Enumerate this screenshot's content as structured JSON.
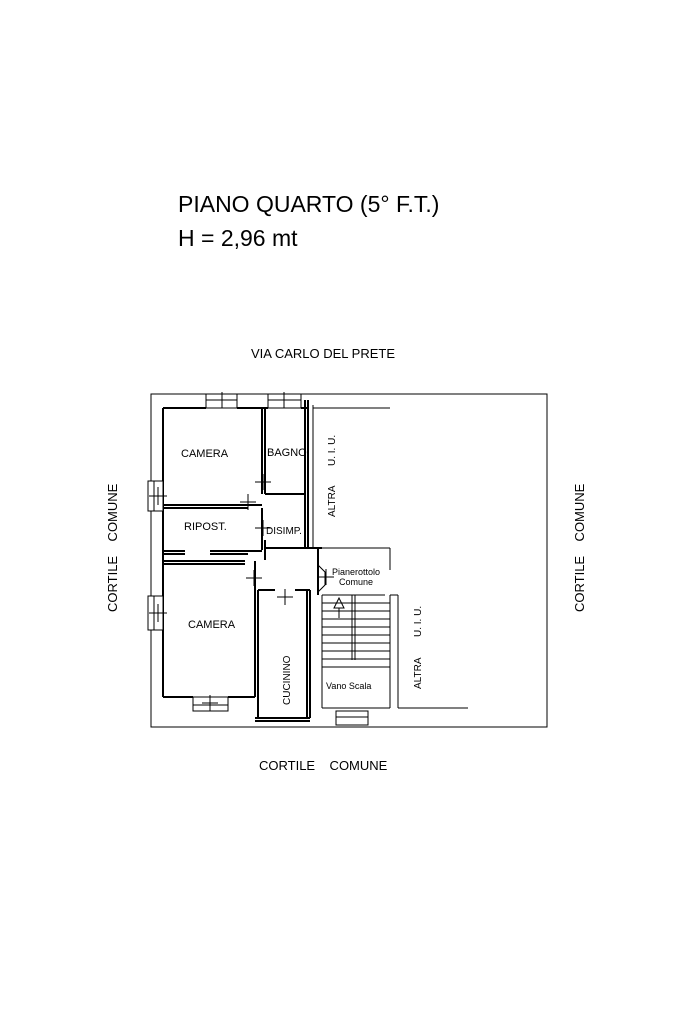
{
  "header": {
    "title": "PIANO QUARTO (5° F.T.)",
    "height_label": "H = 2,96 mt"
  },
  "surroundings": {
    "north": "VIA CARLO DEL PRETE",
    "west": "CORTILE    COMUNE",
    "east": "CORTILE    COMUNE",
    "south": "CORTILE    COMUNE"
  },
  "rooms": {
    "camera_top": "CAMERA",
    "bagno": "BAGNO",
    "ripost": "RIPOST.",
    "disimp": "DISIMP.",
    "camera_bottom": "CAMERA",
    "cucinino": "CUCININO",
    "pianerottolo_line1": "Pianerottolo",
    "pianerottolo_line2": "Comune",
    "vano_scala": "Vano Scala",
    "altra_uiu_1_a": "ALTRA",
    "altra_uiu_1_b": "U. I. U.",
    "altra_uiu_2_a": "ALTRA",
    "altra_uiu_2_b": "U. I. U."
  }
}
